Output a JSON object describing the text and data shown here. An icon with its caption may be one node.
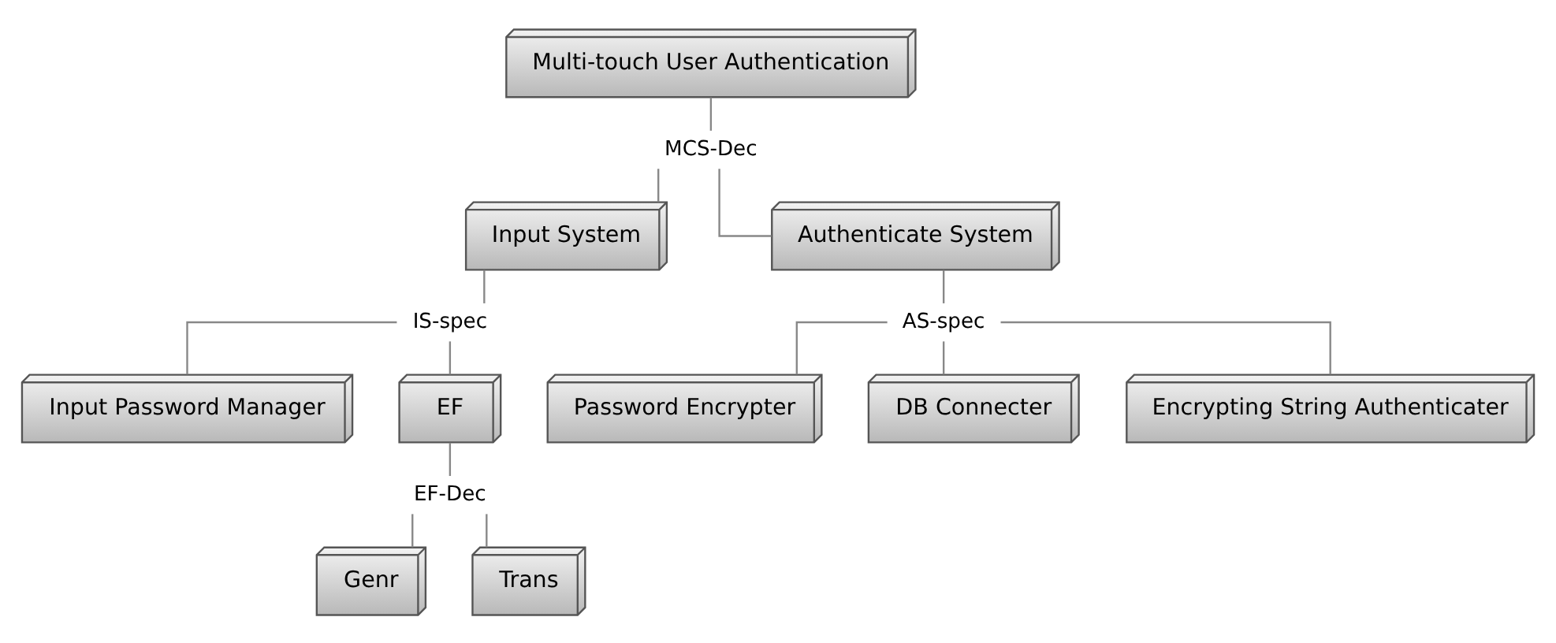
{
  "diagram": {
    "nodes": [
      {
        "text": [
          "Multi-touch User Authentication"
        ]
      },
      {
        "text": [
          "MCS-Dec"
        ]
      },
      {
        "text": [
          "Input System"
        ]
      },
      {
        "text": [
          "Authenticate System"
        ]
      },
      {
        "text": [
          "IS-spec"
        ]
      },
      {
        "text": [
          "Input Password Manager"
        ]
      },
      {
        "text": [
          "EF"
        ]
      },
      {
        "text": [
          "EF-Dec"
        ]
      },
      {
        "text": [
          "Genr"
        ]
      },
      {
        "text": [
          "Trans"
        ]
      },
      {
        "text": [
          "AS-spec"
        ]
      },
      {
        "text": [
          "Password Encrypter"
        ]
      },
      {
        "text": [
          "DB Connecter"
        ]
      },
      {
        "text": [
          "Encrypting String Authenticater"
        ]
      }
    ],
    "edges": [
      {
        "from": 0,
        "to": 1,
        "arrow": "none"
      },
      {
        "from": 1,
        "to": 2,
        "arrow": "none"
      },
      {
        "from": 1,
        "to": 3,
        "arrow": "none"
      },
      {
        "from": 2,
        "to": 4,
        "arrow": "none"
      },
      {
        "from": 4,
        "to": 5,
        "arrow": "none"
      },
      {
        "from": 4,
        "to": 6,
        "arrow": "none"
      },
      {
        "from": 6,
        "to": 7,
        "arrow": "none"
      },
      {
        "from": 7,
        "to": 8,
        "arrow": "none"
      },
      {
        "from": 7,
        "to": 9,
        "arrow": "none"
      },
      {
        "from": 3,
        "to": 10,
        "arrow": "none"
      },
      {
        "from": 10,
        "to": 11,
        "arrow": "none"
      },
      {
        "from": 10,
        "to": 12,
        "arrow": "none"
      },
      {
        "from": 10,
        "to": 13,
        "arrow": "none"
      }
    ]
  }
}
